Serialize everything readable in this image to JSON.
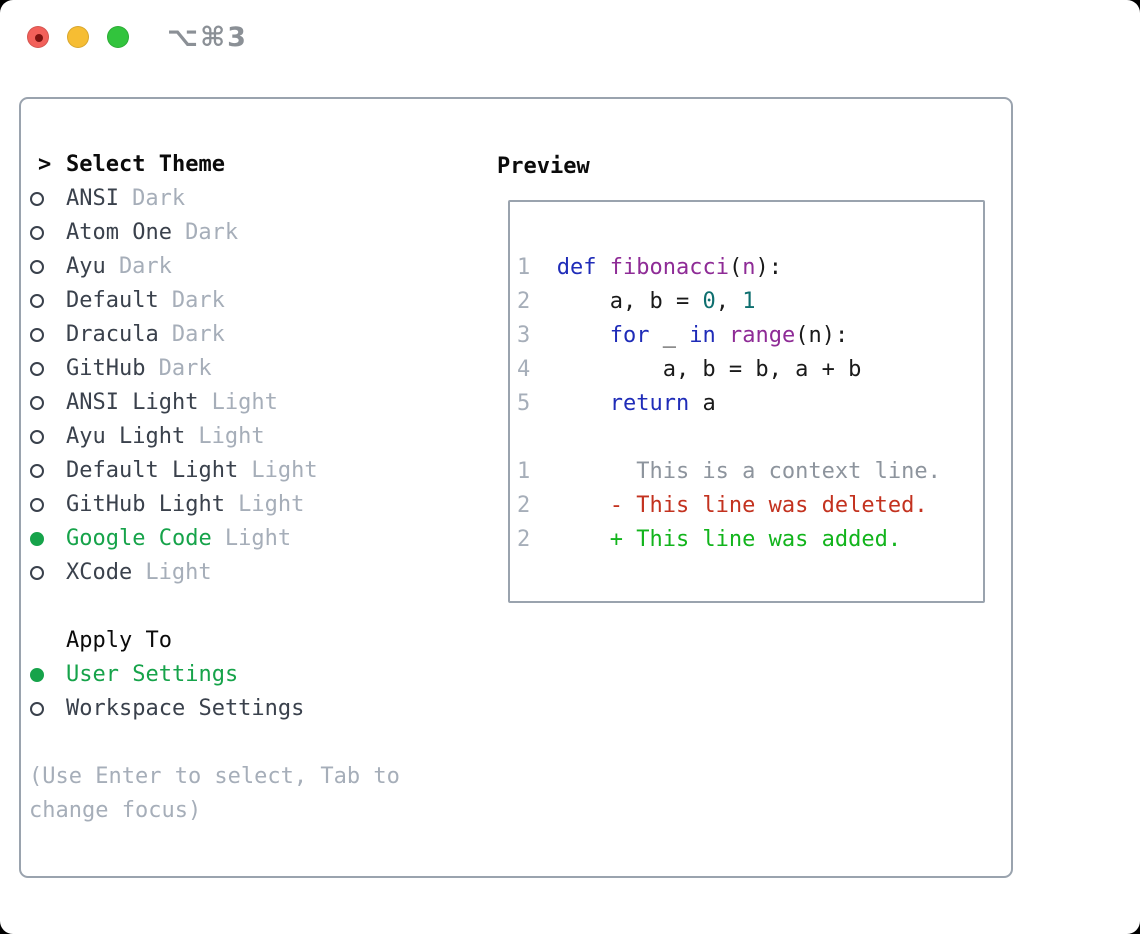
{
  "window": {
    "title": "⌥⌘3",
    "traffic_lights": [
      {
        "name": "close",
        "color": "#f2605a"
      },
      {
        "name": "minimize",
        "color": "#f6bd33"
      },
      {
        "name": "zoom",
        "color": "#32c43d"
      }
    ]
  },
  "theme_panel": {
    "header": {
      "marker": ">",
      "label": "Select Theme"
    },
    "themes": [
      {
        "name": "ANSI",
        "tag": "Dark",
        "selected": false
      },
      {
        "name": "Atom One",
        "tag": "Dark",
        "selected": false
      },
      {
        "name": "Ayu",
        "tag": "Dark",
        "selected": false
      },
      {
        "name": "Default",
        "tag": "Dark",
        "selected": false
      },
      {
        "name": "Dracula",
        "tag": "Dark",
        "selected": false
      },
      {
        "name": "GitHub",
        "tag": "Dark",
        "selected": false
      },
      {
        "name": "ANSI Light",
        "tag": "Light",
        "selected": false
      },
      {
        "name": "Ayu Light",
        "tag": "Light",
        "selected": false
      },
      {
        "name": "Default Light",
        "tag": "Light",
        "selected": false
      },
      {
        "name": "GitHub Light",
        "tag": "Light",
        "selected": false
      },
      {
        "name": "Google Code",
        "tag": "Light",
        "selected": true
      },
      {
        "name": "XCode",
        "tag": "Light",
        "selected": false
      }
    ],
    "apply_to": {
      "label": "Apply To",
      "options": [
        {
          "name": "User Settings",
          "selected": true
        },
        {
          "name": "Workspace Settings",
          "selected": false
        }
      ]
    },
    "help_lines": [
      "(Use Enter to select, Tab to",
      "change focus)"
    ]
  },
  "preview": {
    "header": "Preview",
    "lines": [
      {
        "num": "1",
        "tokens": [
          [
            "def",
            "kw"
          ],
          [
            " ",
            "pl"
          ],
          [
            "fibonacci",
            "fn"
          ],
          [
            "(",
            "pl"
          ],
          [
            "n",
            "fn"
          ],
          [
            "):",
            "pl"
          ]
        ]
      },
      {
        "num": "2",
        "tokens": [
          [
            "    a, b = ",
            "pl"
          ],
          [
            "0",
            "num"
          ],
          [
            ", ",
            "pl"
          ],
          [
            "1",
            "num"
          ]
        ]
      },
      {
        "num": "3",
        "tokens": [
          [
            "    ",
            "pl"
          ],
          [
            "for",
            "kw"
          ],
          [
            " _ ",
            "pl"
          ],
          [
            "in",
            "kw"
          ],
          [
            " ",
            "pl"
          ],
          [
            "range",
            "fn"
          ],
          [
            "(n):",
            "pl"
          ]
        ]
      },
      {
        "num": "4",
        "tokens": [
          [
            "        a, b = b, a + b",
            "pl"
          ]
        ]
      },
      {
        "num": "5",
        "tokens": [
          [
            "    ",
            "pl"
          ],
          [
            "return",
            "kw"
          ],
          [
            " a",
            "pl"
          ]
        ]
      },
      {
        "num": "",
        "tokens": []
      },
      {
        "num": "1",
        "tokens": [
          [
            "      This is a context line.",
            "ctx"
          ]
        ]
      },
      {
        "num": "2",
        "tokens": [
          [
            "    - This line was deleted.",
            "del"
          ]
        ]
      },
      {
        "num": "2",
        "tokens": [
          [
            "    + This line was added.",
            "add"
          ]
        ]
      }
    ]
  },
  "colors": {
    "accent_selected": "#16a34a",
    "panel_border": "#9aa3ae",
    "item_text": "#3a414c",
    "muted_text": "#a6aeb9",
    "keyword": "#1f2cb8",
    "function_name": "#8e2b96",
    "number_literal": "#0e6f6f",
    "diff_deleted": "#c3321f",
    "diff_added": "#12b41c",
    "diff_context": "#8d949d"
  }
}
